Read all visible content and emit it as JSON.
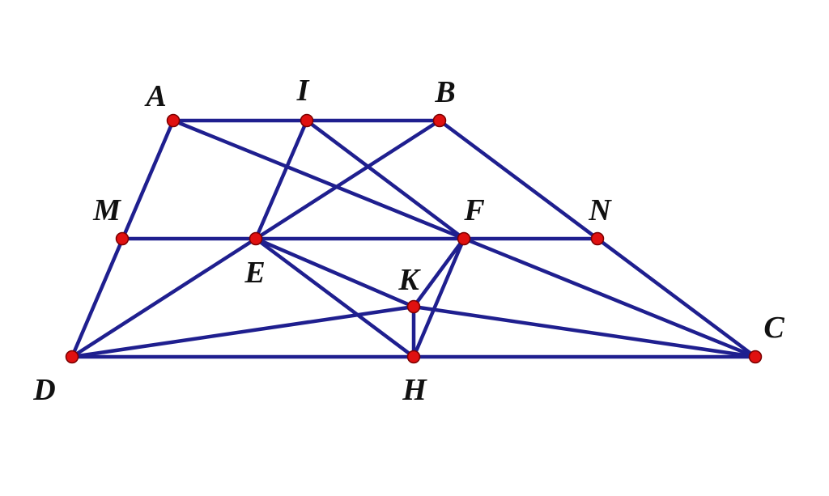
{
  "diagram": {
    "type": "geometry-figure",
    "line_color": "#1f1f8f",
    "point_color": "#e01010",
    "points": [
      {
        "id": "A",
        "label": "A"
      },
      {
        "id": "I",
        "label": "I"
      },
      {
        "id": "B",
        "label": "B"
      },
      {
        "id": "M",
        "label": "M"
      },
      {
        "id": "E",
        "label": "E"
      },
      {
        "id": "F",
        "label": "F"
      },
      {
        "id": "N",
        "label": "N"
      },
      {
        "id": "K",
        "label": "K"
      },
      {
        "id": "D",
        "label": "D"
      },
      {
        "id": "H",
        "label": "H"
      },
      {
        "id": "C",
        "label": "C"
      }
    ],
    "segments": [
      [
        "A",
        "B"
      ],
      [
        "A",
        "D"
      ],
      [
        "B",
        "C"
      ],
      [
        "D",
        "C"
      ],
      [
        "M",
        "N"
      ],
      [
        "A",
        "C"
      ],
      [
        "I",
        "E"
      ],
      [
        "I",
        "F"
      ],
      [
        "B",
        "E"
      ],
      [
        "E",
        "D"
      ],
      [
        "E",
        "H"
      ],
      [
        "E",
        "K"
      ],
      [
        "D",
        "K"
      ],
      [
        "K",
        "C"
      ],
      [
        "K",
        "H"
      ],
      [
        "F",
        "K"
      ],
      [
        "F",
        "H"
      ]
    ]
  }
}
